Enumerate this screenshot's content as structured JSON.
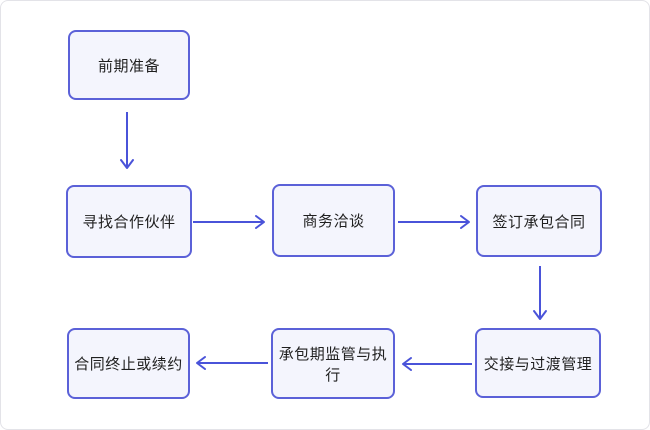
{
  "diagram": {
    "type": "flowchart",
    "nodes": [
      {
        "id": "n1",
        "label": "前期准备"
      },
      {
        "id": "n2",
        "label": "寻找合作伙伴"
      },
      {
        "id": "n3",
        "label": "商务洽谈"
      },
      {
        "id": "n4",
        "label": "签订承包合同"
      },
      {
        "id": "n5",
        "label": "交接与过渡管理"
      },
      {
        "id": "n6",
        "label": "承包期监管与执行"
      },
      {
        "id": "n7",
        "label": "合同终止或续约"
      }
    ],
    "edges": [
      {
        "from": "前期准备",
        "to": "寻找合作伙伴",
        "direction": "down"
      },
      {
        "from": "寻找合作伙伴",
        "to": "商务洽谈",
        "direction": "right"
      },
      {
        "from": "商务洽谈",
        "to": "签订承包合同",
        "direction": "right"
      },
      {
        "from": "签订承包合同",
        "to": "交接与过渡管理",
        "direction": "down"
      },
      {
        "from": "交接与过渡管理",
        "to": "承包期监管与执行",
        "direction": "left"
      },
      {
        "from": "承包期监管与执行",
        "to": "合同终止或续约",
        "direction": "left"
      }
    ],
    "colors": {
      "node_border": "#5b61d8",
      "node_fill": "#f4f5fd",
      "arrow": "#4a53d9",
      "text": "#1f1f1f",
      "frame_border": "#e3e3e8",
      "background": "#ffffff"
    }
  }
}
